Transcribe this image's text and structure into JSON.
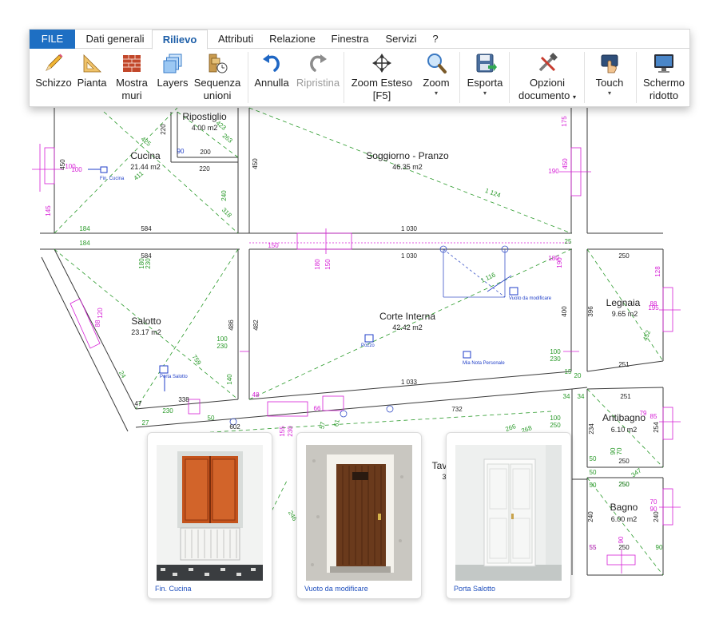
{
  "tabs": [
    "FILE",
    "Dati generali",
    "Rilievo",
    "Attributi",
    "Relazione",
    "Finestra",
    "Servizi",
    "?"
  ],
  "active_tab": "Rilievo",
  "ribbon": {
    "schizzo": "Schizzo",
    "pianta": "Pianta",
    "mostra_muri": [
      "Mostra",
      "muri"
    ],
    "layers": "Layers",
    "sequenza_unioni": [
      "Sequenza",
      "unioni"
    ],
    "annulla": "Annulla",
    "ripristina": "Ripristina",
    "zoom_esteso": [
      "Zoom Esteso",
      "[F5]"
    ],
    "zoom": "Zoom",
    "esporta": "Esporta",
    "opzioni_documento": [
      "Opzioni",
      "documento"
    ],
    "touch": "Touch",
    "schermo_ridotto": [
      "Schermo",
      "ridotto"
    ],
    "dropdown_arrow": "▾"
  },
  "rooms": {
    "ripostiglio": {
      "name": "Ripostiglio",
      "area": "4.00 m2"
    },
    "cucina": {
      "name": "Cucina",
      "area": "21.44 m2"
    },
    "soggiorno": {
      "name": "Soggiorno - Pranzo",
      "area": "46.35 m2"
    },
    "salotto": {
      "name": "Salotto",
      "area": "23.17 m2"
    },
    "corte": {
      "name": "Corte Interna",
      "area": "42.42 m2"
    },
    "legnaia": {
      "name": "Legnaia",
      "area": "9.65 m2"
    },
    "antibagno": {
      "name": "Antibagno",
      "area": "6.10 m2"
    },
    "bagno": {
      "name": "Bagno",
      "area": "6.00 m2"
    },
    "partial": {
      "name": "Tav",
      "area": "3"
    }
  },
  "photo_markers": {
    "fin_cucina": "Fin. Cucina",
    "porta_salotto": "Porta Salotto",
    "pozzo": "Pozzo",
    "vuoto": "Vuoto da modificare",
    "nota": "Mia Nota Personale"
  },
  "dimensions": {
    "black": [
      "200",
      "220",
      "220",
      "450",
      "450",
      "584",
      "584",
      "1 030",
      "1 030",
      "486",
      "482",
      "400",
      "396",
      "250",
      "251",
      "251",
      "250",
      "250",
      "250",
      "338",
      "1 033",
      "732",
      "234",
      "254",
      "240",
      "240",
      "47",
      "602"
    ],
    "green": [
      "184",
      "184",
      "425",
      "411",
      "423",
      "263",
      "318",
      "180",
      "230",
      "100",
      "230",
      "100",
      "230",
      "100",
      "250",
      "140",
      "240",
      "759",
      "1 124",
      "1 116",
      "25",
      "15",
      "20",
      "34",
      "34",
      "27",
      "50",
      "50",
      "90",
      "70",
      "90",
      "55",
      "50",
      "250",
      "347",
      "452",
      "268",
      "266",
      "61",
      "57",
      "246",
      "230",
      "50",
      "24"
    ],
    "magenta": [
      "175",
      "150",
      "450",
      "145",
      "100",
      "180",
      "150",
      "190",
      "120",
      "180",
      "190",
      "195",
      "128",
      "85",
      "79",
      "66",
      "48",
      "155",
      "230",
      "70",
      "90",
      "90",
      "100",
      "88",
      "55",
      "88"
    ],
    "blue": [
      "90"
    ]
  },
  "photo_cards": [
    {
      "caption": "Fin. Cucina"
    },
    {
      "caption": "Vuoto da modificare"
    },
    {
      "caption": "Porta Salotto"
    }
  ]
}
